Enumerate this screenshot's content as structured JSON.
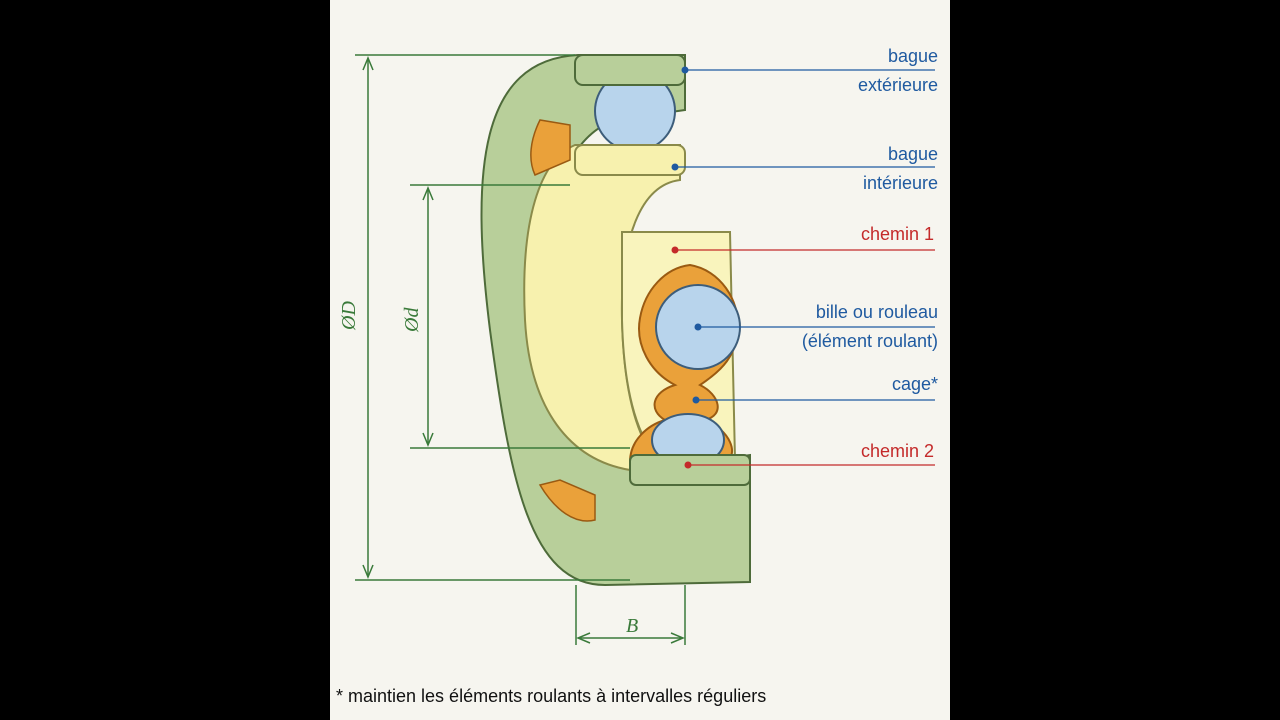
{
  "labels": {
    "outer_ring_l1": "bague",
    "outer_ring_l2": "extérieure",
    "inner_ring_l1": "bague",
    "inner_ring_l2": "intérieure",
    "raceway1": "chemin 1",
    "rolling_l1": "bille ou rouleau",
    "rolling_l2": "(élément roulant)",
    "cage": "cage*",
    "raceway2": "chemin 2"
  },
  "dimensions": {
    "outer_diameter": "ØD",
    "inner_diameter": "Ød",
    "width": "B"
  },
  "footnote": "* maintien les éléments roulants à intervalles réguliers",
  "colors": {
    "ring_green": "#b8cf9a",
    "raceway_yellow": "#f7f1ae",
    "cage_orange": "#eaa13a",
    "ball_blue": "#b8d4ec",
    "label_blue": "#1f5aa0",
    "label_red": "#c42a2a",
    "dimension_green": "#3a7a3a"
  }
}
